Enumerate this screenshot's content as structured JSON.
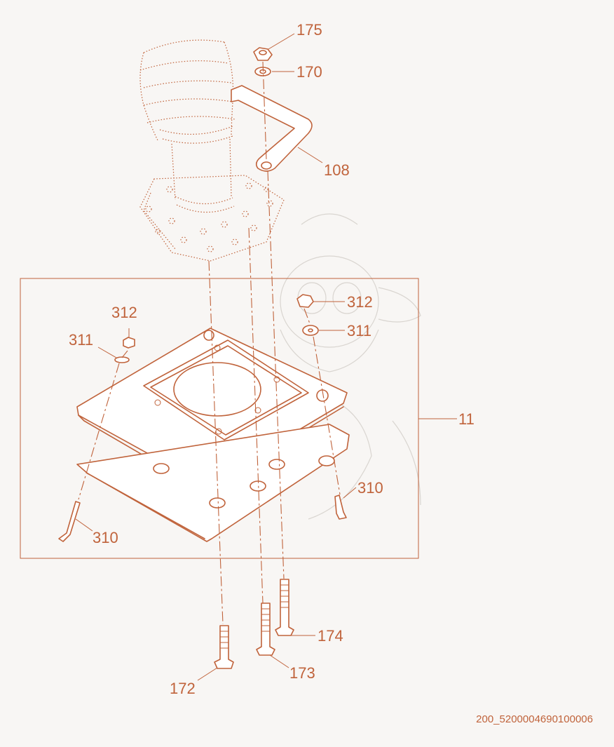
{
  "colors": {
    "line": "#c0633b",
    "background": "#f8f6f4"
  },
  "callouts": {
    "c175": "175",
    "c170": "170",
    "c108": "108",
    "c312_right": "312",
    "c311_right": "311",
    "c11": "11",
    "c312_left": "312",
    "c311_left": "311",
    "c310_right": "310",
    "c310_left": "310",
    "c174": "174",
    "c173": "173",
    "c172": "172"
  },
  "reference_number": "200_5200004690100006"
}
